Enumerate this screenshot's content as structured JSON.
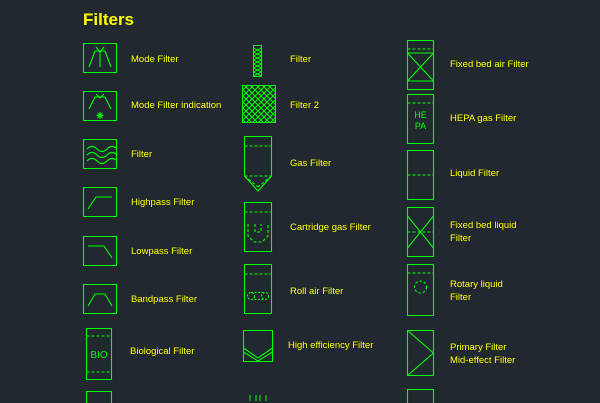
{
  "title": "Filters",
  "colors": {
    "background": "#212830",
    "symbol": "#00ff00",
    "label": "#ffff00"
  },
  "col1": [
    {
      "icon": "mode-filter-icon",
      "label": "Mode Filter"
    },
    {
      "icon": "mode-filter-indication-icon",
      "label": "Mode Filter indication"
    },
    {
      "icon": "filter-wave-icon",
      "label": "Filter"
    },
    {
      "icon": "highpass-filter-icon",
      "label": "Highpass Filter"
    },
    {
      "icon": "lowpass-filter-icon",
      "label": "Lowpass Filter"
    },
    {
      "icon": "bandpass-filter-icon",
      "label": "Bandpass Filter"
    },
    {
      "icon": "biological-filter-icon",
      "label": "Biological Filter",
      "symbol_text": "BIO"
    }
  ],
  "col2": [
    {
      "icon": "filter-hatched-small-icon",
      "label": "Filter"
    },
    {
      "icon": "filter-2-crosshatch-icon",
      "label": "Filter 2"
    },
    {
      "icon": "gas-filter-icon",
      "label": "Gas Filter"
    },
    {
      "icon": "cartridge-gas-filter-icon",
      "label": "Cartridge gas Filter"
    },
    {
      "icon": "roll-air-filter-icon",
      "label": "Roll air Filter"
    },
    {
      "icon": "high-efficiency-filter-icon",
      "label": "High efficiency Filter"
    }
  ],
  "col3": [
    {
      "icon": "fixed-bed-air-filter-icon",
      "label": "Fixed bed air Filter"
    },
    {
      "icon": "hepa-gas-filter-icon",
      "label": "HEPA gas Filter",
      "symbol_text_1": "HE",
      "symbol_text_2": "PA"
    },
    {
      "icon": "liquid-filter-icon",
      "label": "Liquid Filter"
    },
    {
      "icon": "fixed-bed-liquid-filter-icon",
      "label": "Fixed bed liquid\nFilter"
    },
    {
      "icon": "rotary-liquid-filter-icon",
      "label": "Rotary liquid\nFilter"
    },
    {
      "icon": "primary-mid-effect-filter-icon",
      "label": "Primary Filter\nMid-effect Filter"
    }
  ]
}
